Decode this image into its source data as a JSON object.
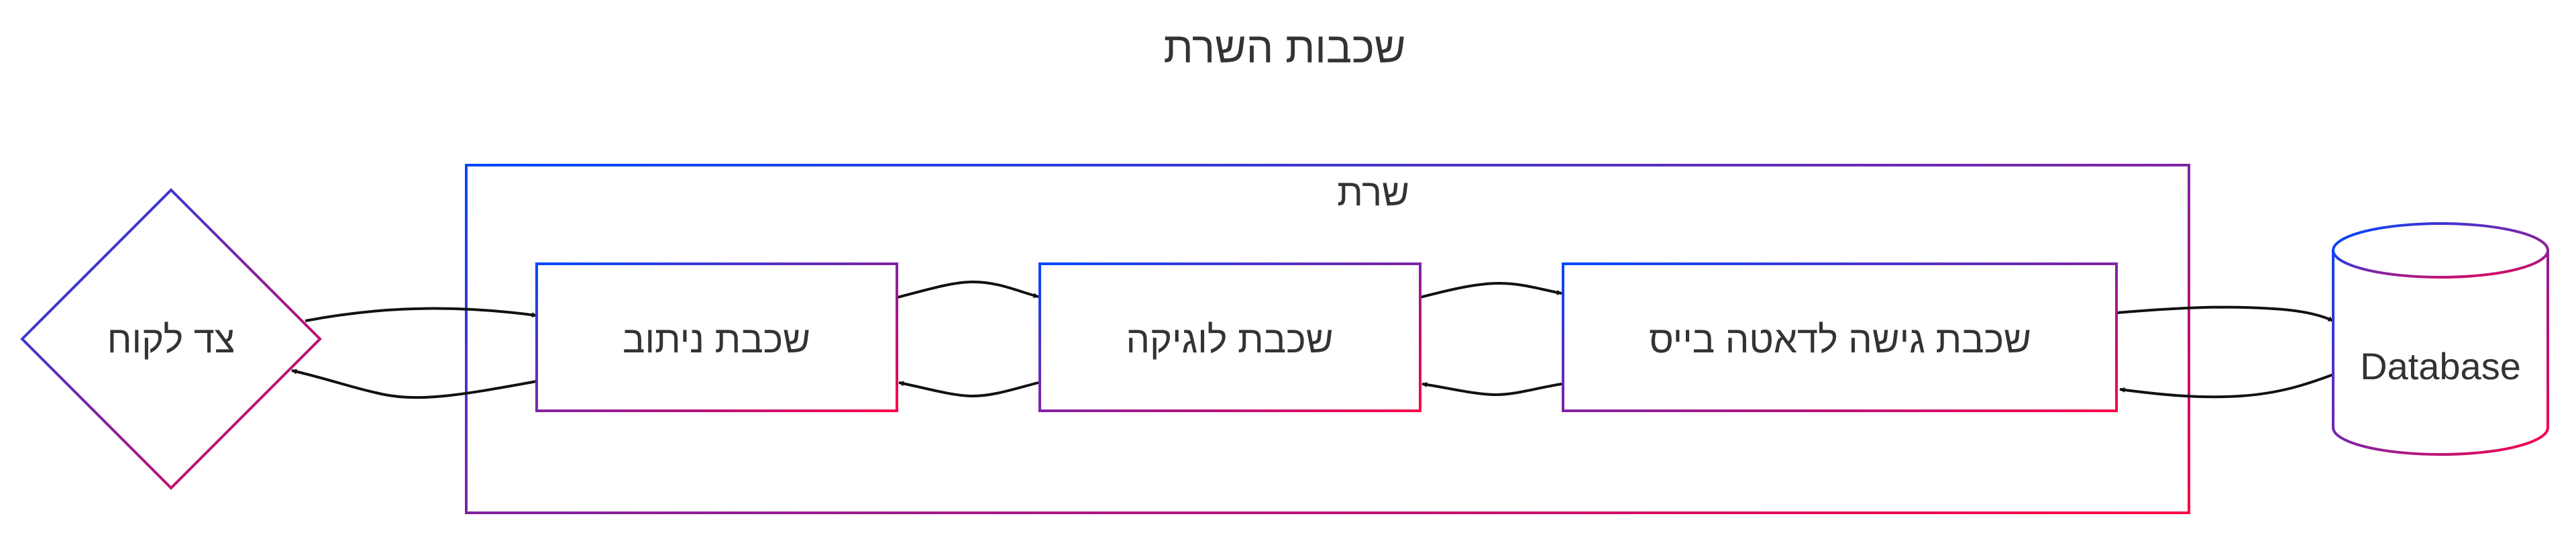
{
  "diagram": {
    "title": "שכבות השרת",
    "group": {
      "label": "שרת"
    },
    "nodes": {
      "client": "צד לקוח",
      "routing": "שכבת ניתוב",
      "logic": "שכבת לוגיקה",
      "data_access": "שכבת גישה לדאטה בייס",
      "database": "Database"
    },
    "edges": [
      {
        "from": "client",
        "to": "routing"
      },
      {
        "from": "routing",
        "to": "client"
      },
      {
        "from": "routing",
        "to": "logic"
      },
      {
        "from": "logic",
        "to": "routing"
      },
      {
        "from": "logic",
        "to": "data_access"
      },
      {
        "from": "data_access",
        "to": "logic"
      },
      {
        "from": "data_access",
        "to": "database"
      },
      {
        "from": "database",
        "to": "data_access"
      }
    ],
    "colors": {
      "gradient_start": "#0047ff",
      "gradient_end": "#ff0047",
      "edge": "#111111",
      "text": "#333333"
    }
  }
}
